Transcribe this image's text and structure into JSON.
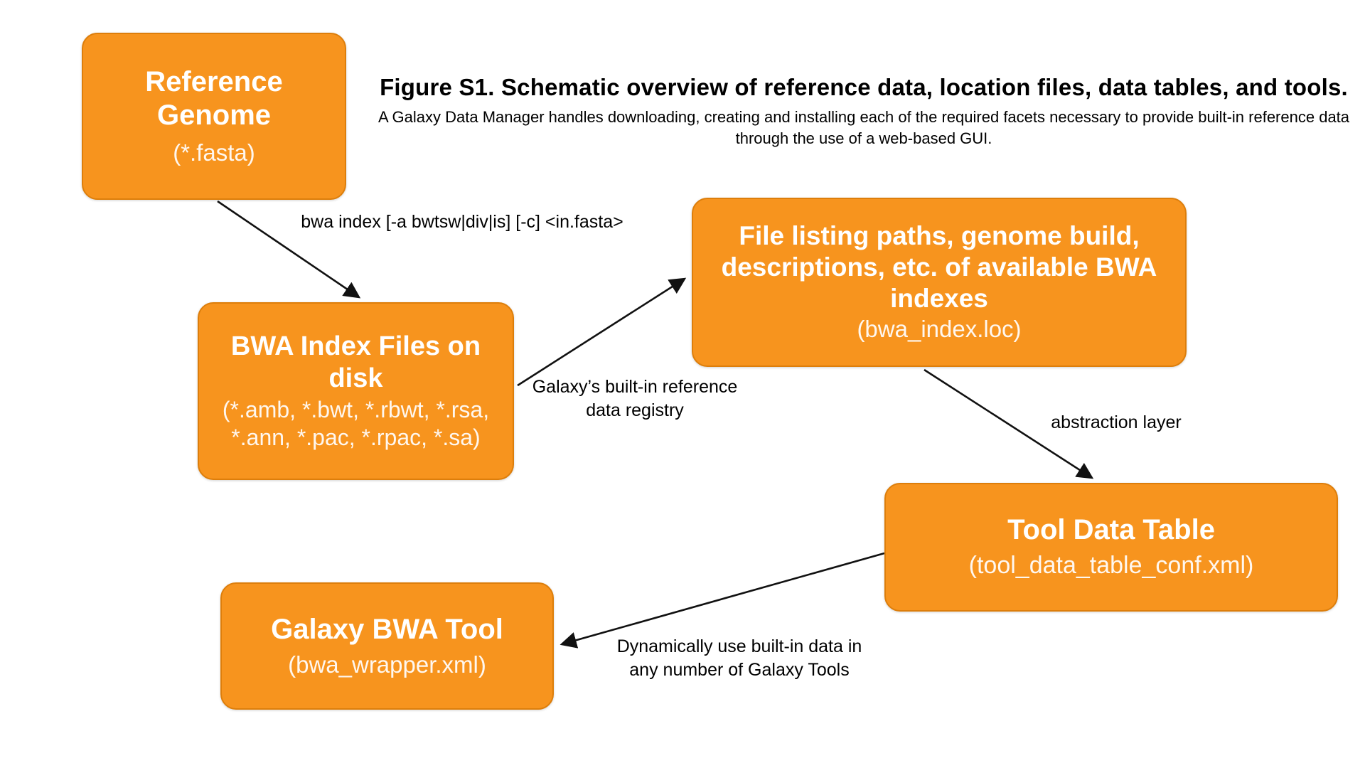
{
  "figure": {
    "title": "Figure S1. Schematic overview of reference data, location files, data tables, and tools.",
    "subtitle": "A Galaxy Data Manager handles downloading, creating and installing each of the required facets necessary to provide built-in reference data through the use of a web-based GUI."
  },
  "colors": {
    "box_fill": "#F7941E",
    "box_border": "#DD7E0B",
    "box_text": "#FFFFFF",
    "arrow": "#000000",
    "background": "#FFFFFF"
  },
  "nodes": {
    "reference_genome": {
      "title": "Reference Genome",
      "subtitle": "(*.fasta)"
    },
    "bwa_index_files": {
      "title": "BWA Index Files on disk",
      "subtitle": "(*.amb, *.bwt, *.rbwt, *.rsa, *.ann, *.pac, *.rpac, *.sa)"
    },
    "loc_file": {
      "title": "File listing paths, genome build, descriptions, etc. of available BWA indexes",
      "subtitle": "(bwa_index.loc)"
    },
    "tool_data_table": {
      "title": "Tool Data Table",
      "subtitle": "(tool_data_table_conf.xml)"
    },
    "galaxy_bwa_tool": {
      "title": "Galaxy BWA Tool",
      "subtitle": "(bwa_wrapper.xml)"
    }
  },
  "edge_labels": {
    "bwa_index_cmd": "bwa index [-a bwtsw|div|is] [-c] <in.fasta>",
    "registry": "Galaxy’s built-in reference data registry",
    "abstraction": "abstraction layer",
    "dynamic_use": "Dynamically use built-in data in any number of Galaxy Tools"
  }
}
